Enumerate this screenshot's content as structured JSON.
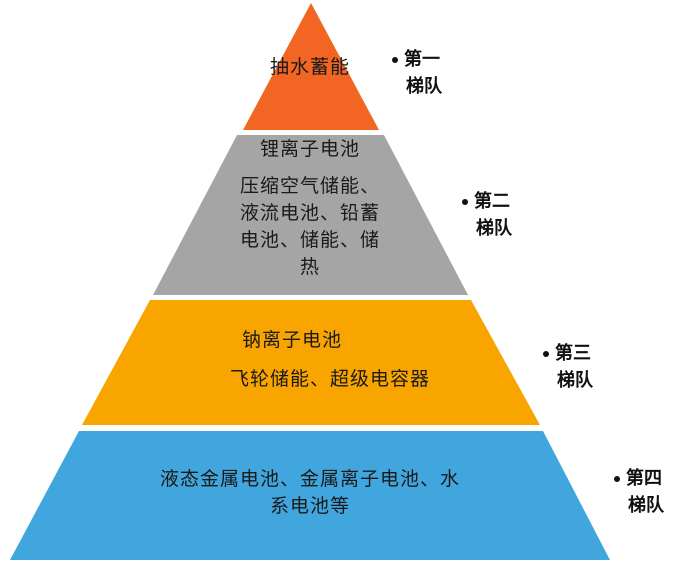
{
  "tiers": [
    {
      "color": "#f26522",
      "lines": [
        "抽水蓄能"
      ],
      "label": [
        "第一",
        "梯队"
      ]
    },
    {
      "color": "#a5a5a5",
      "lines": [
        "锂离子电池",
        "压缩空气储能、",
        "液流电池、铅蓄",
        "电池、储能、储",
        "热"
      ],
      "label": [
        "第二",
        "梯队"
      ]
    },
    {
      "color": "#f9a500",
      "lines": [
        "钠离子电池",
        "飞轮储能、超级电容器"
      ],
      "label": [
        "第三",
        "梯队"
      ]
    },
    {
      "color": "#42a6de",
      "lines": [
        "液态金属电池、金属离子电池、水",
        "系电池等"
      ],
      "label": [
        "第四",
        "梯队"
      ]
    }
  ]
}
